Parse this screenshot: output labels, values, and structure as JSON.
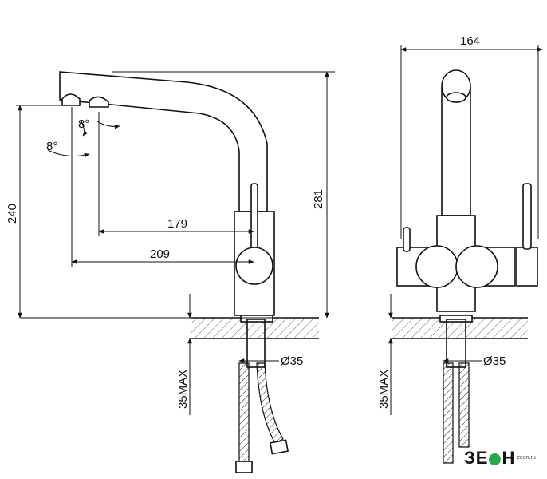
{
  "dimensions": {
    "spout_angle_1": "8°",
    "spout_angle_2": "8°",
    "height_240": "240",
    "height_281": "281",
    "reach_179": "179",
    "reach_209": "209",
    "width_164": "164",
    "mount_hole_left": "Ø35",
    "mount_hole_right": "Ø35",
    "max_thickness_left": "35MAX",
    "max_thickness_right": "35MAX"
  },
  "logo": {
    "main_before": "ЗЕ",
    "main_after": "Н",
    "side_text": "zeon.ru"
  },
  "colors": {
    "line": "#111111",
    "logo_green": "#2aa84a"
  }
}
